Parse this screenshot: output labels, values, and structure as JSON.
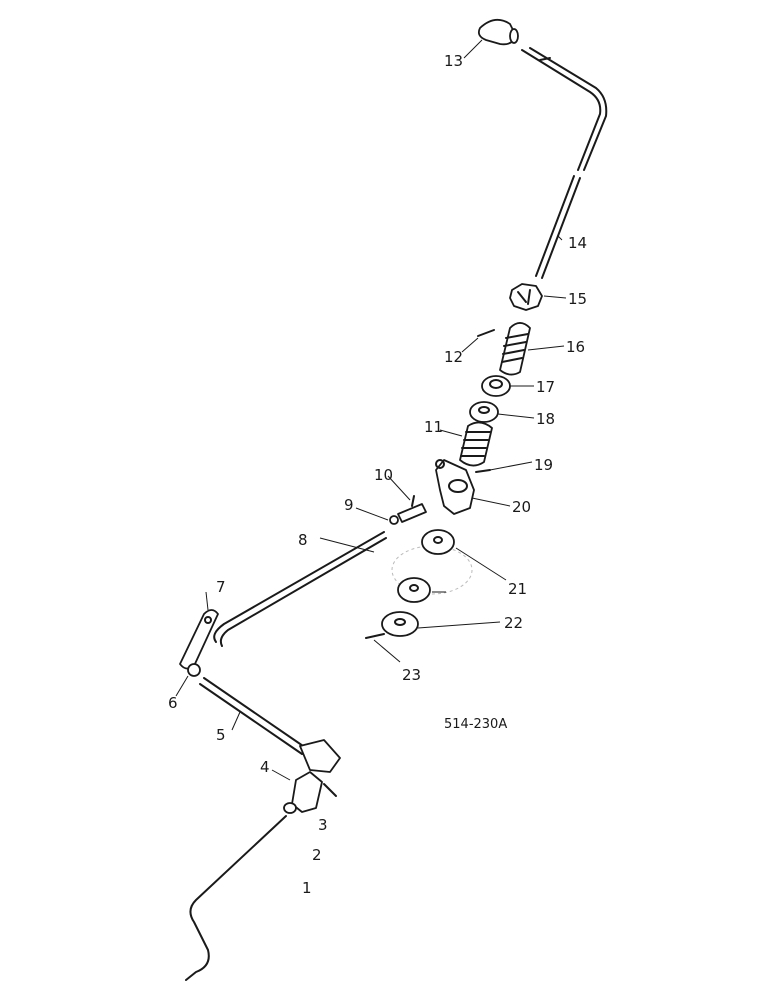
{
  "drawing_code": "514-230A",
  "callouts": [
    {
      "id": "c1",
      "text": "1"
    },
    {
      "id": "c2",
      "text": "2"
    },
    {
      "id": "c3",
      "text": "3"
    },
    {
      "id": "c4",
      "text": "4"
    },
    {
      "id": "c5",
      "text": "5"
    },
    {
      "id": "c6",
      "text": "6"
    },
    {
      "id": "c7",
      "text": "7"
    },
    {
      "id": "c8",
      "text": "8"
    },
    {
      "id": "c9",
      "text": "9"
    },
    {
      "id": "c10",
      "text": "10"
    },
    {
      "id": "c11",
      "text": "11"
    },
    {
      "id": "c12",
      "text": "12"
    },
    {
      "id": "c13",
      "text": "13"
    },
    {
      "id": "c14",
      "text": "14"
    },
    {
      "id": "c15",
      "text": "15"
    },
    {
      "id": "c16",
      "text": "16"
    },
    {
      "id": "c17",
      "text": "17"
    },
    {
      "id": "c18",
      "text": "18"
    },
    {
      "id": "c19",
      "text": "19"
    },
    {
      "id": "c20",
      "text": "20"
    },
    {
      "id": "c21",
      "text": "21"
    },
    {
      "id": "c22",
      "text": "22"
    },
    {
      "id": "c23",
      "text": "23"
    }
  ]
}
